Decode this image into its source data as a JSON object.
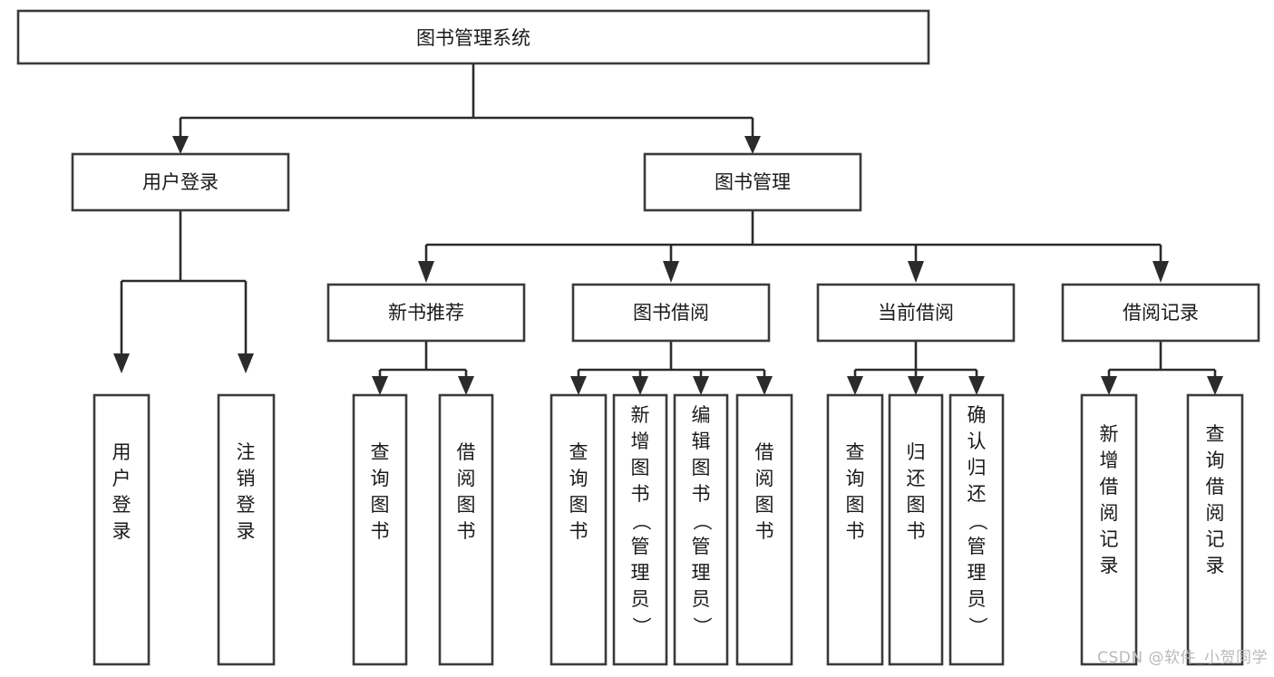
{
  "diagram": {
    "type": "tree-hierarchy-chart",
    "title": "图书管理系统",
    "colors": {
      "box_stroke": "#3a3a3a",
      "connector": "#2b2b2b",
      "background": "#ffffff",
      "text": "#1a1a1a",
      "watermark": "#b9b9b9"
    },
    "root": {
      "label": "图书管理系统"
    },
    "level2": [
      {
        "label": "用户登录"
      },
      {
        "label": "图书管理"
      }
    ],
    "level3": [
      {
        "label": "新书推荐"
      },
      {
        "label": "图书借阅"
      },
      {
        "label": "当前借阅"
      },
      {
        "label": "借阅记录"
      }
    ],
    "leaves": {
      "user_login": [
        {
          "label": "用户登录"
        },
        {
          "label": "注销登录"
        }
      ],
      "new_book_recommend": [
        {
          "label": "查询图书"
        },
        {
          "label": "借阅图书"
        }
      ],
      "book_borrow": [
        {
          "label": "查询图书"
        },
        {
          "label": "新增图书（管理员）"
        },
        {
          "label": "编辑图书（管理员）"
        },
        {
          "label": "借阅图书"
        }
      ],
      "current_borrow": [
        {
          "label": "查询图书"
        },
        {
          "label": "归还图书"
        },
        {
          "label": "确认归还（管理员）"
        }
      ],
      "borrow_record": [
        {
          "label": "新增借阅记录"
        },
        {
          "label": "查询借阅记录"
        }
      ]
    }
  },
  "watermark": {
    "text": "CSDN @软件_小贺同学"
  }
}
